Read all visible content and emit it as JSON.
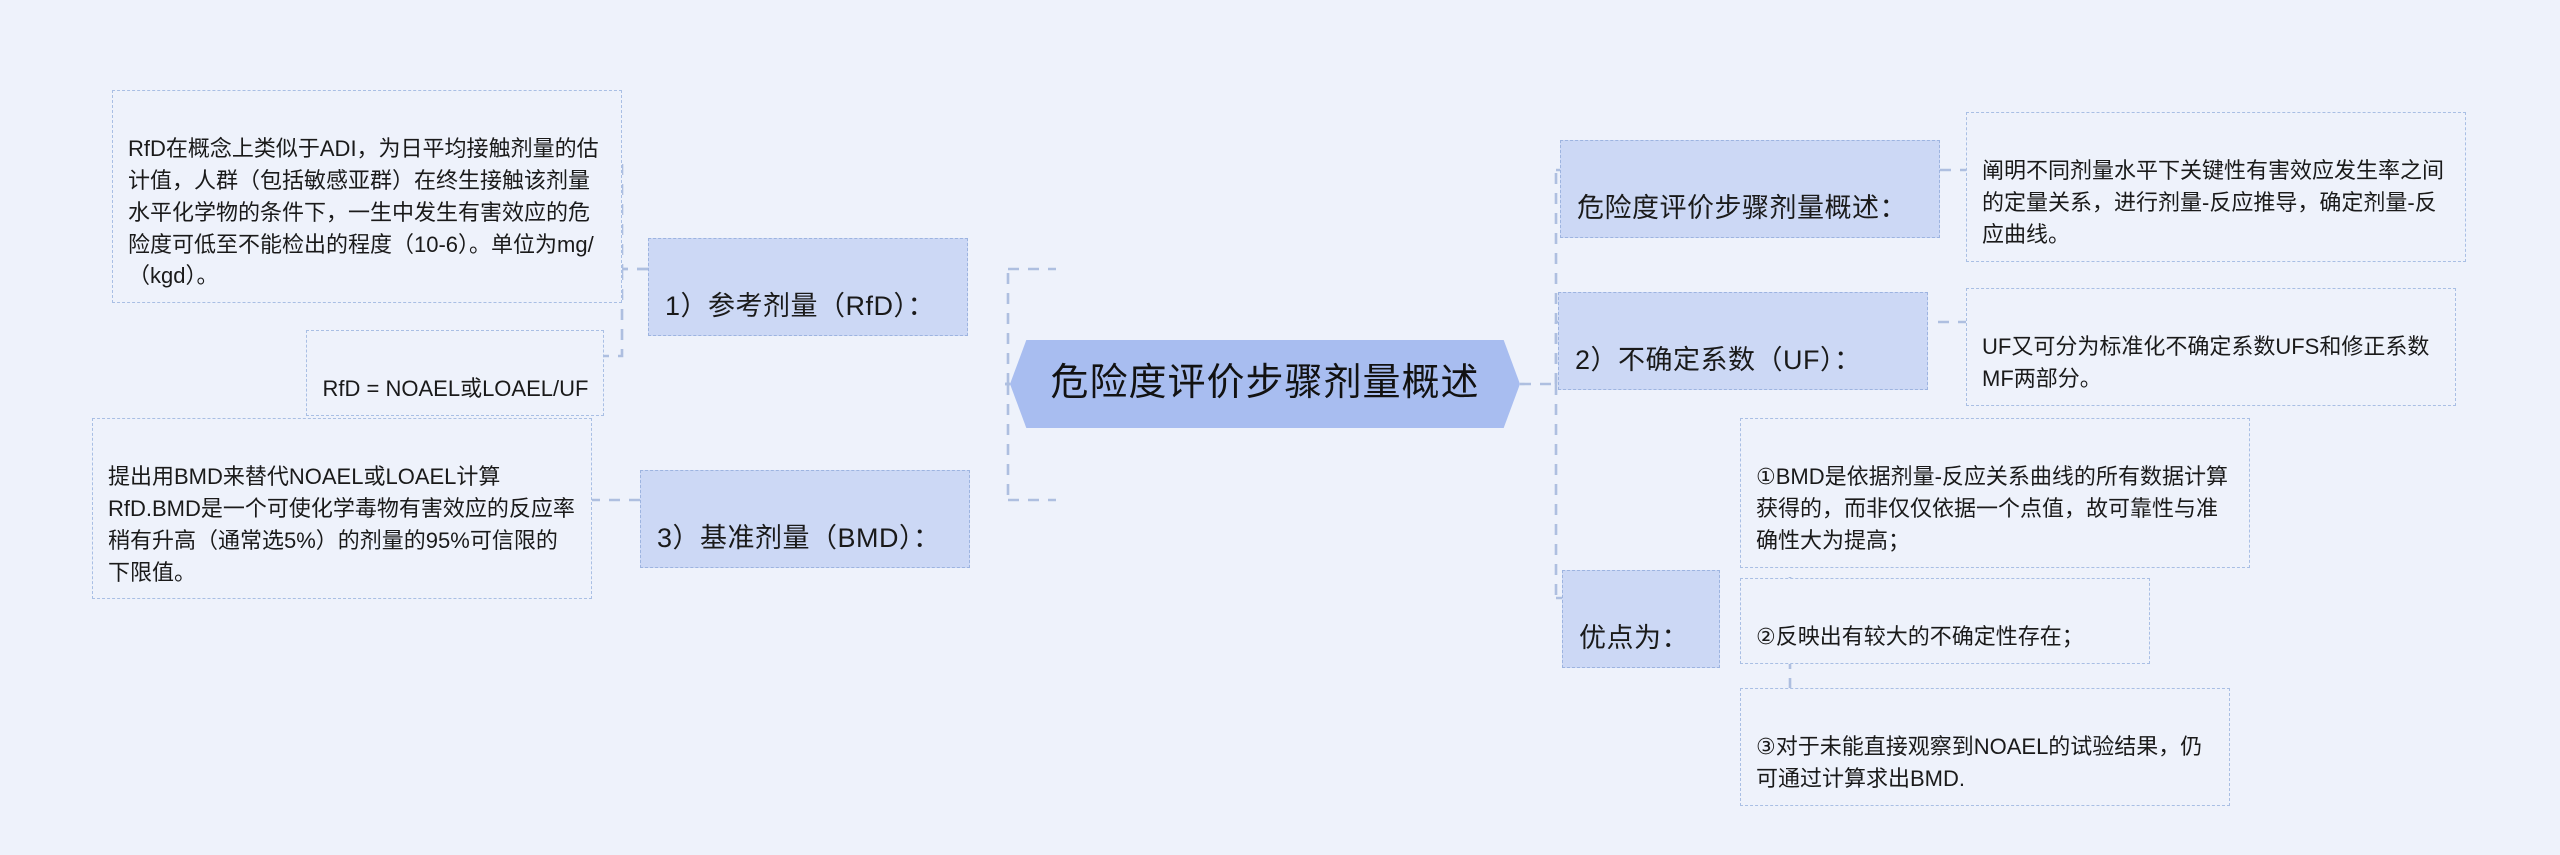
{
  "colors": {
    "background": "#eef2fb",
    "central_fill": "#a8bdf0",
    "topic_fill": "#ccd8f5",
    "border_dashed": "#a9bfe4",
    "link_stroke": "#aebfe0",
    "text": "#1a1a1a"
  },
  "central": {
    "label": "危险度评价步骤剂量概述"
  },
  "left_branch": {
    "topics": [
      {
        "label": "1）参考剂量（RfD）："
      },
      {
        "label": "3）基准剂量（BMD）："
      }
    ],
    "notes": [
      {
        "label": "RfD在概念上类似于ADI，为日平均接触剂量的估计值，人群（包括敏感亚群）在终生接触该剂量水平化学物的条件下，一生中发生有害效应的危险度可低至不能检出的程度（10-6）。单位为mg/（kgd）。"
      },
      {
        "label": "RfD = NOAEL或LOAEL/UF"
      },
      {
        "label": "提出用BMD来替代NOAEL或LOAEL计算RfD.BMD是一个可使化学毒物有害效应的反应率稍有升高（通常选5%）的剂量的95%可信限的下限值。"
      }
    ]
  },
  "right_branch": {
    "topics": [
      {
        "label": "危险度评价步骤剂量概述："
      },
      {
        "label": "2）不确定系数（UF）："
      },
      {
        "label": "优点为："
      }
    ],
    "notes": [
      {
        "label": "阐明不同剂量水平下关键性有害效应发生率之间的定量关系，进行剂量-反应推导，确定剂量-反应曲线。"
      },
      {
        "label": "UF又可分为标准化不确定系数UFS和修正系数MF两部分。"
      },
      {
        "label": "①BMD是依据剂量-反应关系曲线的所有数据计算获得的，而非仅仅依据一个点值，故可靠性与准确性大为提高；"
      },
      {
        "label": "②反映出有较大的不确定性存在；"
      },
      {
        "label": "③对于未能直接观察到NOAEL的试验结果，仍可通过计算求出BMD."
      }
    ]
  }
}
